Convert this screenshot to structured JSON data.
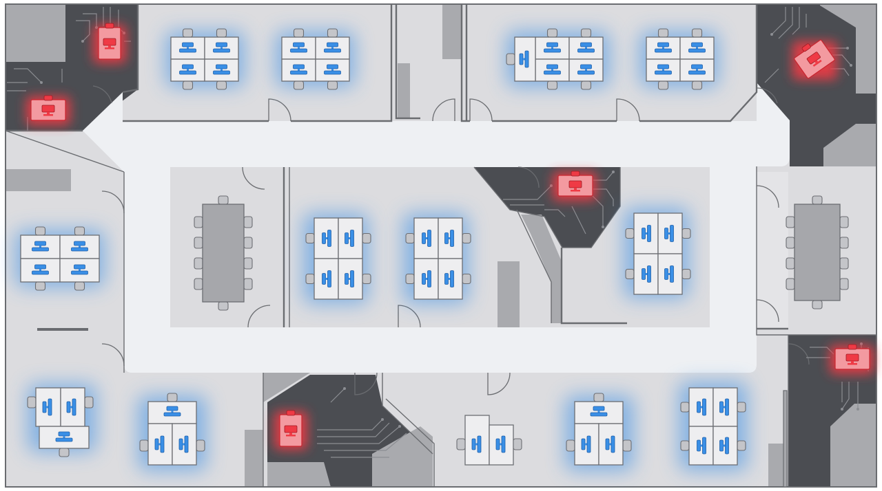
{
  "floorplan": {
    "background_color": "#ffffff",
    "floor_color": "#dcdcdf",
    "corridor_color": "#eef0f3",
    "restricted_zone_color": "#4b4d52",
    "highlight_colors": {
      "blue": "#3a8fe6",
      "red": "#ef3a45"
    },
    "workstations": [
      {
        "id": "ws-top-1",
        "highlight": "blue",
        "icon": "monitor-icon"
      },
      {
        "id": "ws-top-2",
        "highlight": "blue",
        "icon": "monitor-icon"
      },
      {
        "id": "ws-top-3",
        "highlight": "blue",
        "icon": "monitor-icon"
      },
      {
        "id": "ws-top-4",
        "highlight": "blue",
        "icon": "monitor-icon"
      },
      {
        "id": "ws-left-mid",
        "highlight": "blue",
        "icon": "monitor-icon"
      },
      {
        "id": "ws-center-1",
        "highlight": "blue",
        "icon": "monitor-icon"
      },
      {
        "id": "ws-center-2",
        "highlight": "blue",
        "icon": "monitor-icon"
      },
      {
        "id": "ws-center-3",
        "highlight": "blue",
        "icon": "monitor-icon"
      },
      {
        "id": "ws-bottom-1",
        "highlight": "blue",
        "icon": "monitor-icon"
      },
      {
        "id": "ws-bottom-2",
        "highlight": "blue",
        "icon": "monitor-icon"
      },
      {
        "id": "ws-bottom-3",
        "highlight": "none",
        "icon": "monitor-icon"
      },
      {
        "id": "ws-bottom-4",
        "highlight": "blue",
        "icon": "monitor-icon"
      },
      {
        "id": "ws-bottom-5",
        "highlight": "blue",
        "icon": "monitor-icon"
      }
    ],
    "alert_terminals": [
      {
        "id": "alert-top-left-1",
        "highlight": "red",
        "icon": "monitor-icon"
      },
      {
        "id": "alert-top-left-2",
        "highlight": "red",
        "icon": "monitor-icon"
      },
      {
        "id": "alert-top-right",
        "highlight": "red",
        "icon": "monitor-icon"
      },
      {
        "id": "alert-center",
        "highlight": "red",
        "icon": "monitor-icon"
      },
      {
        "id": "alert-bottom-center",
        "highlight": "red",
        "icon": "monitor-icon"
      },
      {
        "id": "alert-bottom-right",
        "highlight": "red",
        "icon": "monitor-icon"
      }
    ],
    "conference_rooms": [
      {
        "id": "conf-center",
        "chairs": 10
      },
      {
        "id": "conf-right",
        "chairs": 10
      }
    ]
  }
}
